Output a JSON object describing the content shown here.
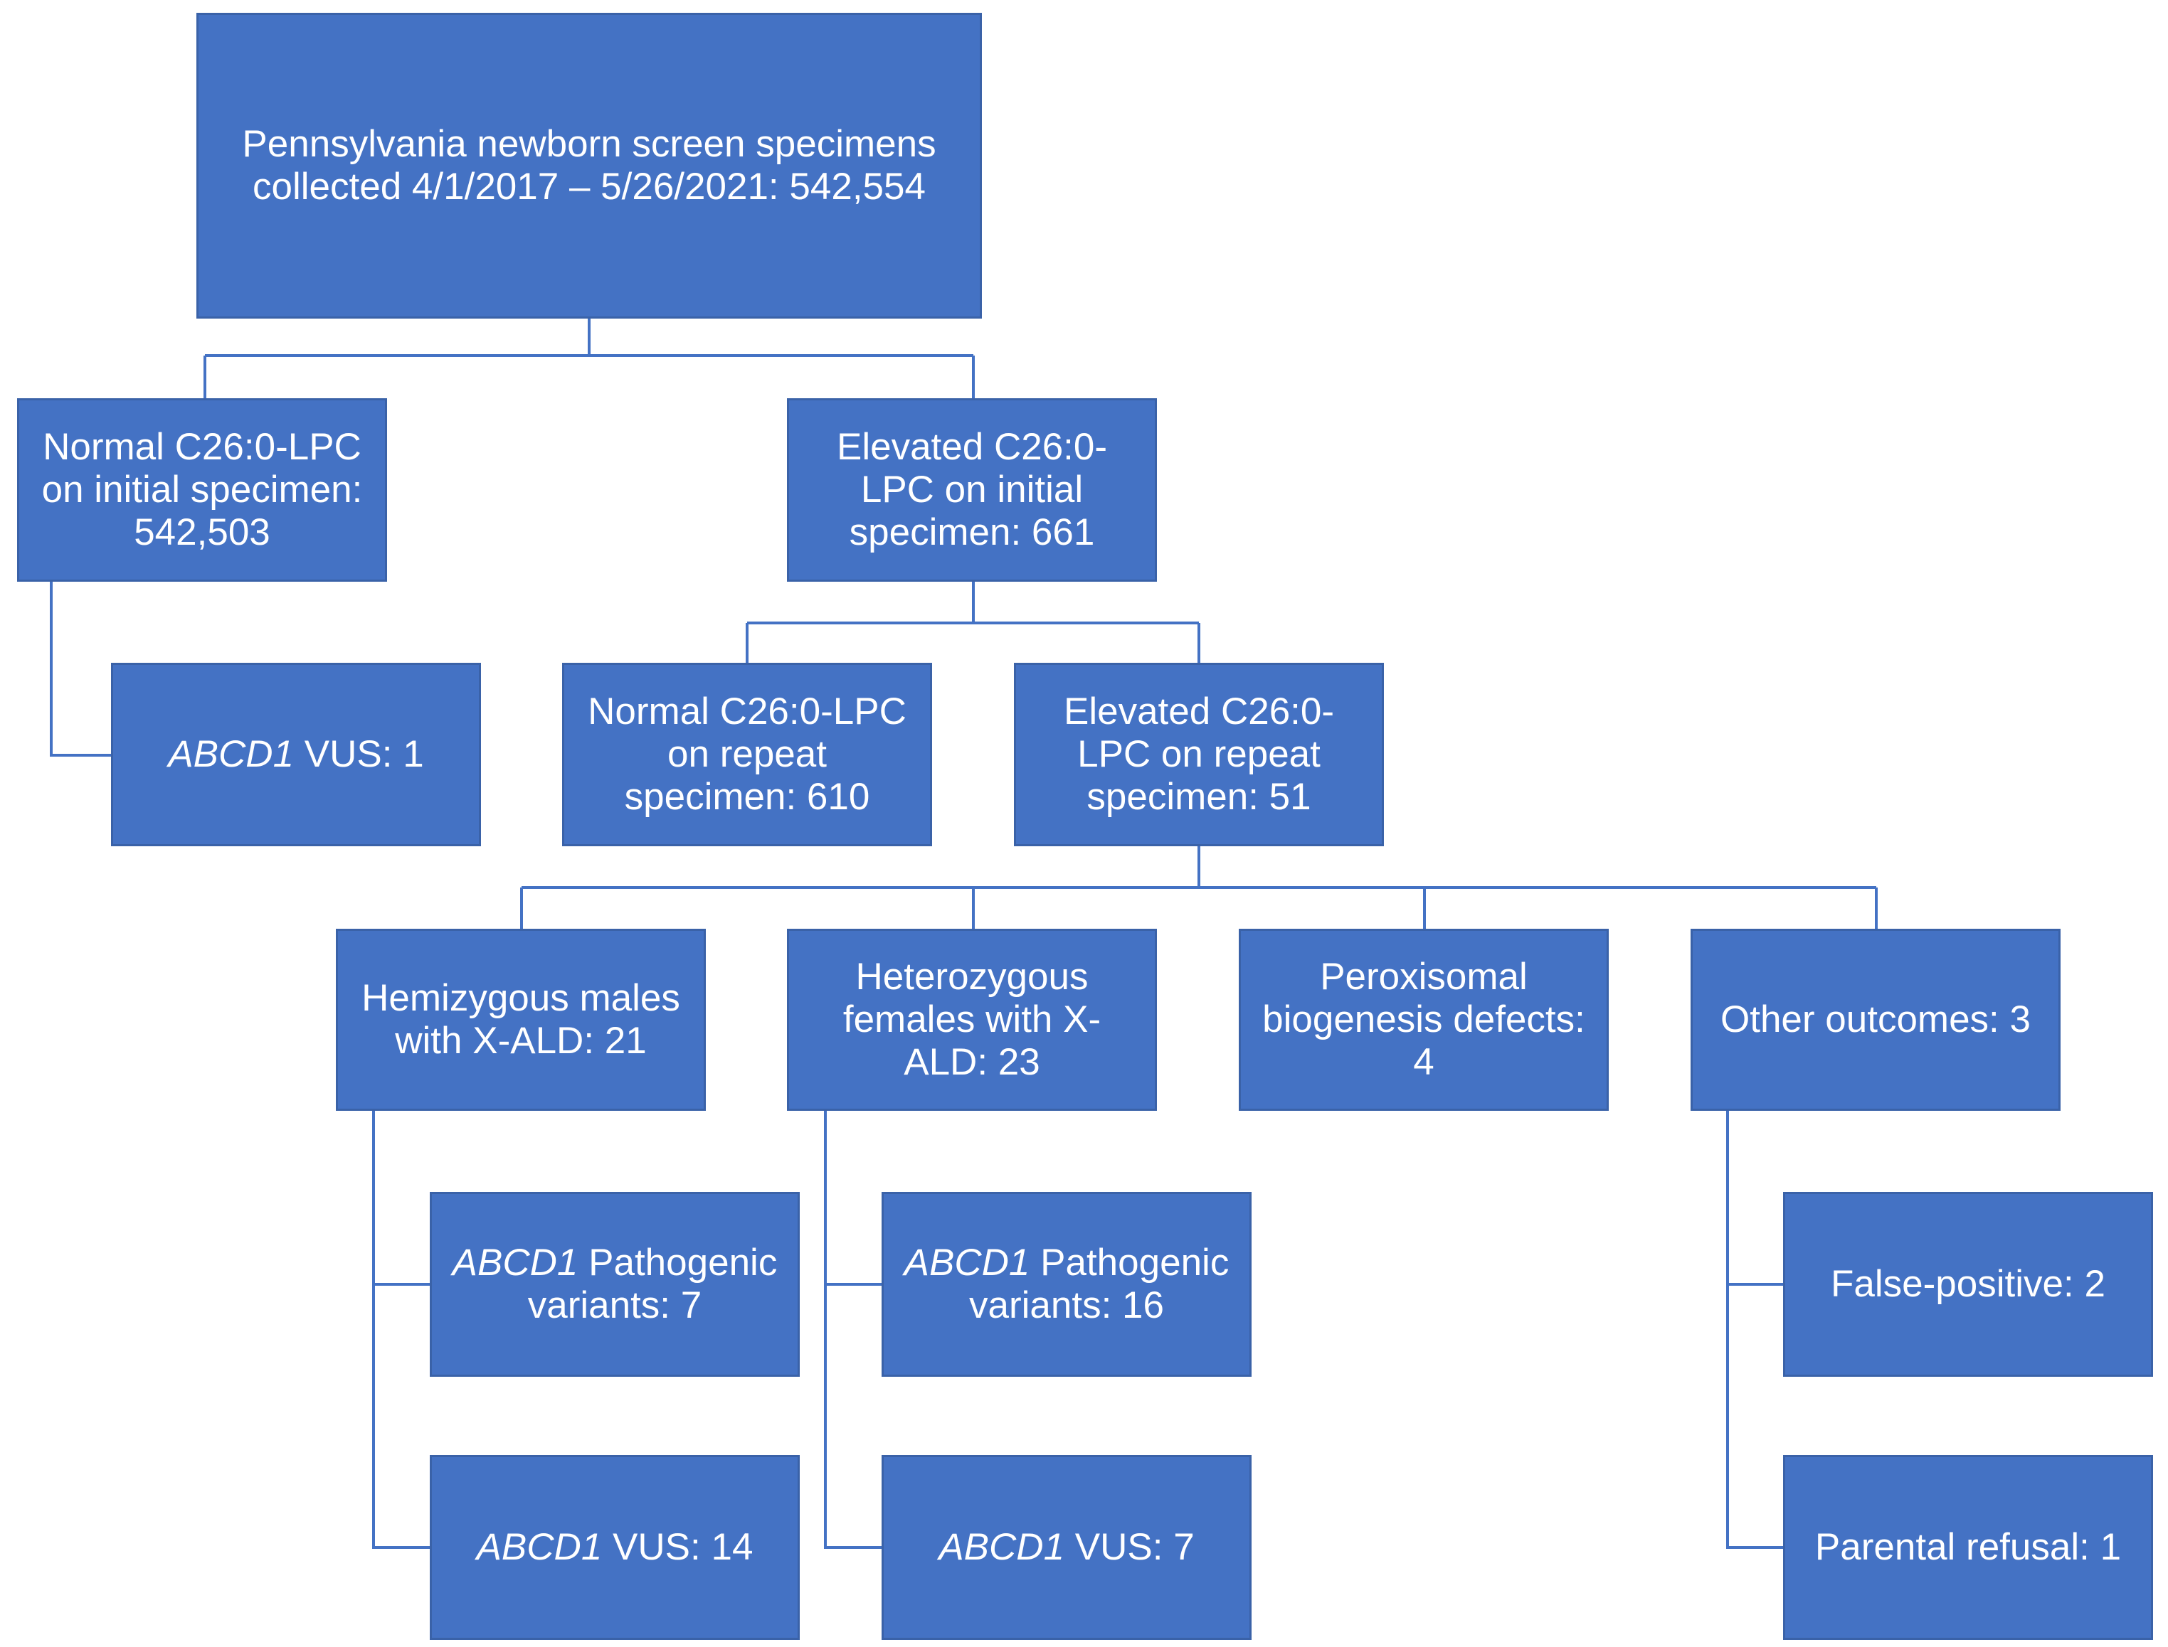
{
  "colors": {
    "box_fill": "#4472C4",
    "connector": "#4472C4",
    "text": "#ffffff"
  },
  "nodes": {
    "root": {
      "line1": "Pennsylvania  newborn screen specimens",
      "line2": "collected 4/1/2017 – 5/26/2021: 542,554"
    },
    "normal_initial": {
      "line1": "Normal C26:0-LPC",
      "line2": "on initial specimen:",
      "line3": "542,503"
    },
    "elevated_initial": {
      "line1": "Elevated  C26:0-",
      "line2": "LPC on initial",
      "line3": "specimen: 661"
    },
    "vus_initial": {
      "gene": "ABCD1",
      "rest": " VUS: 1"
    },
    "normal_repeat": {
      "line1": "Normal C26:0-LPC",
      "line2": "on repeat",
      "line3": "specimen: 610"
    },
    "elevated_repeat": {
      "line1": "Elevated  C26:0-",
      "line2": "LPC on repeat",
      "line3": "specimen: 51"
    },
    "hemizygous": {
      "line1": "Hemizygous males",
      "line2": "with X-ALD: 21"
    },
    "heterozygous": {
      "line1": "Heterozygous",
      "line2": "females with X-",
      "line3": "ALD: 23"
    },
    "peroxisomal": {
      "line1": "Peroxisomal",
      "line2": "biogenesis defects:",
      "line3": "4"
    },
    "other": {
      "line1": "Other outcomes: 3"
    },
    "hemi_pathogenic": {
      "gene": "ABCD1",
      "rest": " Pathogenic",
      "line2": "variants: 7"
    },
    "hemi_vus": {
      "gene": "ABCD1",
      "rest": " VUS: 14"
    },
    "het_pathogenic": {
      "gene": "ABCD1",
      "rest": " Pathogenic",
      "line2": "variants: 16"
    },
    "het_vus": {
      "gene": "ABCD1",
      "rest": " VUS: 7"
    },
    "false_positive": {
      "line1": "False-positive: 2"
    },
    "parental_refusal": {
      "line1": "Parental refusal: 1"
    }
  }
}
